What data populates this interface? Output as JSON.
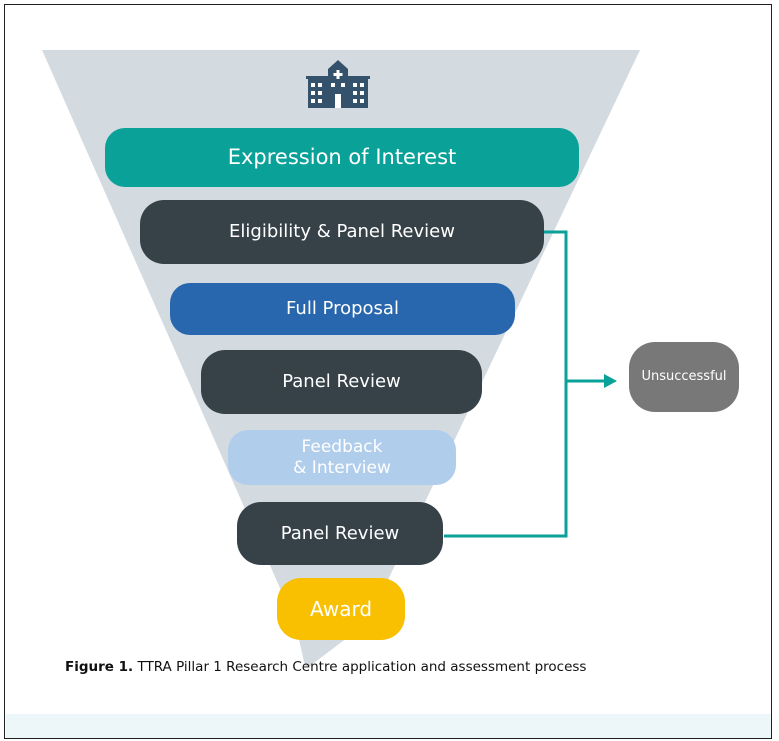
{
  "icon": "hospital-building-icon",
  "stages": [
    {
      "key": "eoi",
      "lines": [
        "Expression of Interest"
      ],
      "color": "#0aa199"
    },
    {
      "key": "eligibility",
      "lines": [
        "Eligibility & Panel Review"
      ],
      "color": "#364248"
    },
    {
      "key": "full_proposal",
      "lines": [
        "Full Proposal"
      ],
      "color": "#2866ad"
    },
    {
      "key": "panel_review_1",
      "lines": [
        "Panel Review"
      ],
      "color": "#364248"
    },
    {
      "key": "feedback",
      "lines": [
        "Feedback",
        "& Interview"
      ],
      "color": "#b1cdec"
    },
    {
      "key": "panel_review_2",
      "lines": [
        "Panel Review"
      ],
      "color": "#364248"
    },
    {
      "key": "award",
      "lines": [
        "Award"
      ],
      "color": "#f8c000"
    }
  ],
  "outcome": {
    "label": "Unsuccessful",
    "color": "#787878"
  },
  "connector_color": "#0aa199",
  "funnel_color": "#d3dbe0",
  "caption": {
    "label": "Figure 1.",
    "text": " TTRA Pillar 1 Research Centre application and assessment process"
  }
}
